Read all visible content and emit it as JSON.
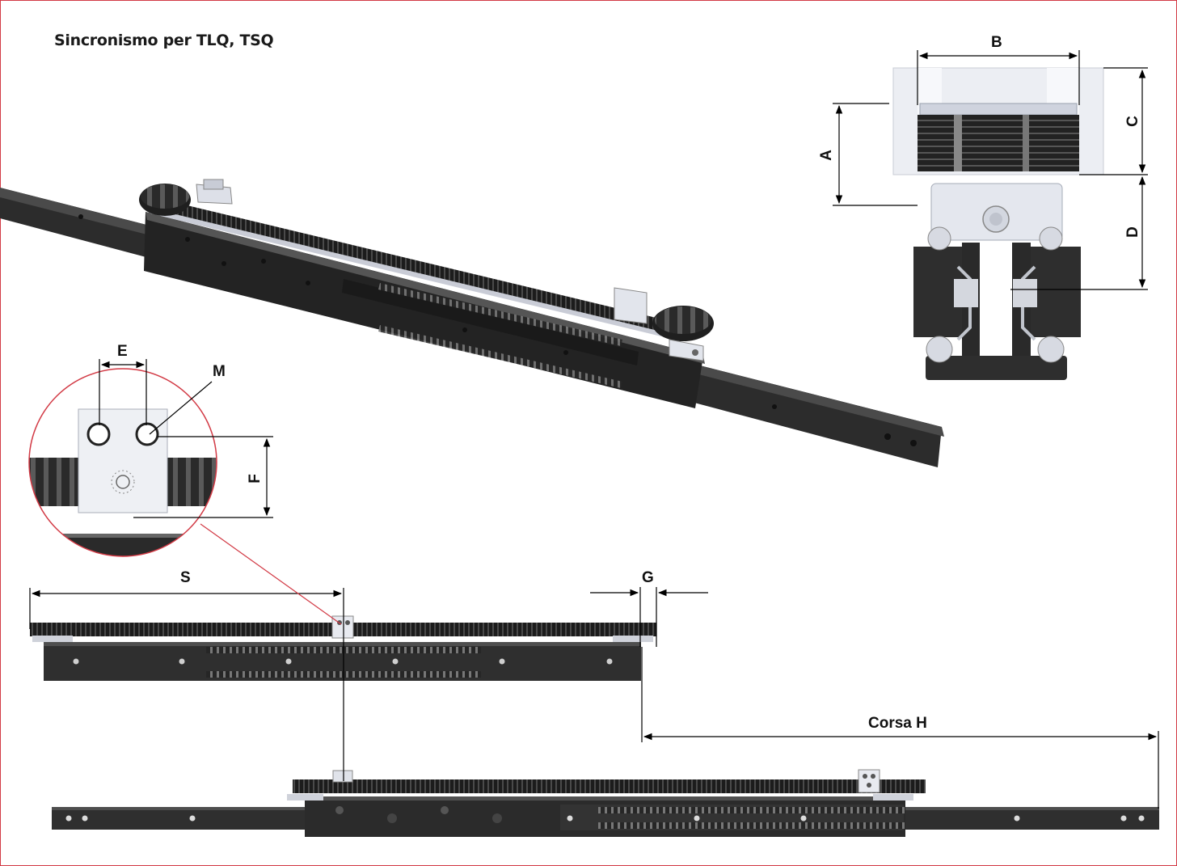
{
  "title": "Sincronismo per TLQ, TSQ",
  "labels": {
    "A": "A",
    "B": "B",
    "C": "C",
    "D": "D",
    "E": "E",
    "F": "F",
    "G": "G",
    "M": "M",
    "S": "S",
    "stroke": "Corsa H"
  },
  "colors": {
    "frame": "#d23a45",
    "rail": "#2f2f2f",
    "belt": "#1c1c1c",
    "metal": "#e6e8ee",
    "dimension_line": "#000000"
  }
}
